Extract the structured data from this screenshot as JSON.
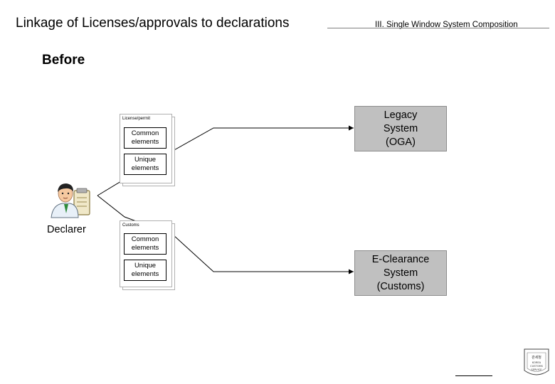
{
  "header": {
    "title": "Linkage of Licenses/approvals to declarations",
    "section": "III. Single Window System Composition"
  },
  "subtitle": "Before",
  "actor": {
    "label": "Declarer",
    "icon": "declarer-person-icon"
  },
  "documents": [
    {
      "title": "License/permit",
      "common": "Common elements",
      "unique": "Unique elements"
    },
    {
      "title": "Customs",
      "common": "Common elements",
      "unique": "Unique elements"
    }
  ],
  "systems": [
    {
      "label": "Legacy\nSystem\n(OGA)"
    },
    {
      "label": "E-Clearance\nSystem\n(Customs)"
    }
  ],
  "colors": {
    "system_fill": "#c0c0c0",
    "system_border": "#8c8c8c"
  },
  "logo": {
    "text": "KOREA CUSTOMS SERVICE"
  }
}
